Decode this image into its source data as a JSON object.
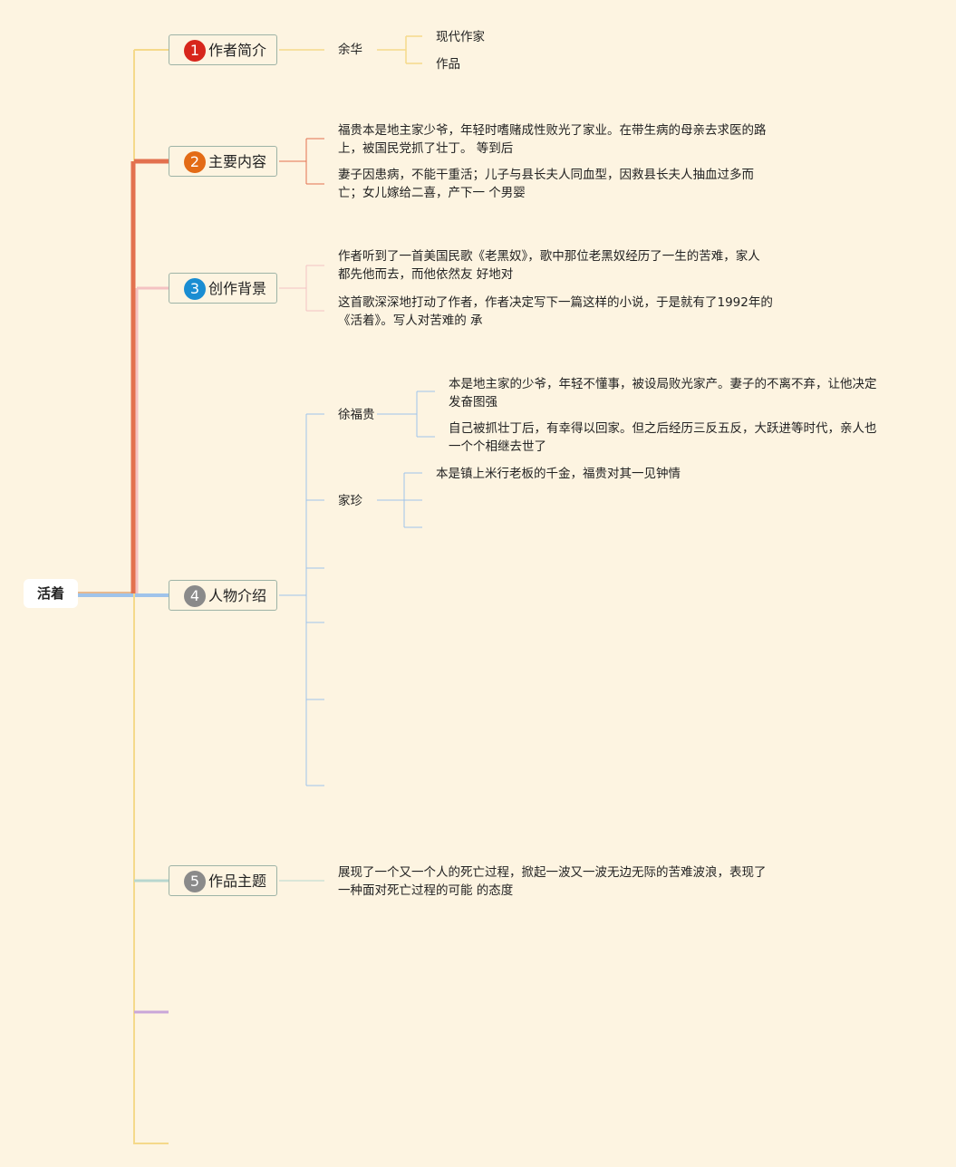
{
  "root": {
    "title": "活着"
  },
  "branches": [
    {
      "number": "1",
      "label": "作者简介",
      "badge_color": "#d7261c",
      "children": {
        "name": "余华",
        "items": [
          "现代作家",
          "作品"
        ]
      }
    },
    {
      "number": "2",
      "label": "主要内容",
      "badge_color": "#e36b16",
      "items": [
        [
          "福贵本是地主家少爷，年轻时嗜赌成性败光了家业。在带生病的母亲去求医的路",
          "上，被国民党抓了壮丁。 等到后"
        ],
        [
          "妻子因患病，不能干重活；儿子与县长夫人同血型，因救县长夫人抽血过多而",
          "亡；女儿嫁给二喜，产下一 个男婴"
        ]
      ]
    },
    {
      "number": "3",
      "label": "创作背景",
      "badge_color": "#1a8dd2",
      "items": [
        [
          "作者听到了一首美国民歌《老黑奴》，歌中那位老黑奴经历了一生的苦难，家人",
          "都先他而去，而他依然友 好地对"
        ],
        [
          "这首歌深深地打动了作者，作者决定写下一篇这样的小说，于是就有了1992年的",
          "《活着》。写人对苦难的 承"
        ]
      ]
    },
    {
      "number": "4",
      "label": "人物介绍",
      "badge_color": "#8a8a8a",
      "characters": [
        {
          "name": "徐福贵",
          "items": [
            [
              "本是地主家的少爷，年轻不懂事，被设局败光家产。妻子的不离不弃，让他决定",
              "发奋图强"
            ],
            [
              "自己被抓壮丁后，有幸得以回家。但之后经历三反五反，大跃进等时代，亲人也",
              "一个个相继去世了"
            ]
          ]
        },
        {
          "name": "家珍",
          "items": [
            [
              "本是镇上米行老板的千金，福贵对其一见钟情"
            ]
          ]
        }
      ]
    },
    {
      "number": "5",
      "label": "作品主题",
      "badge_color": "#8a8a8a",
      "items": [
        [
          "展现了一个又一个人的死亡过程，掀起一波又一波无边无际的苦难波浪，表现了",
          "一种面对死亡过程的可能 的态度"
        ]
      ]
    }
  ]
}
